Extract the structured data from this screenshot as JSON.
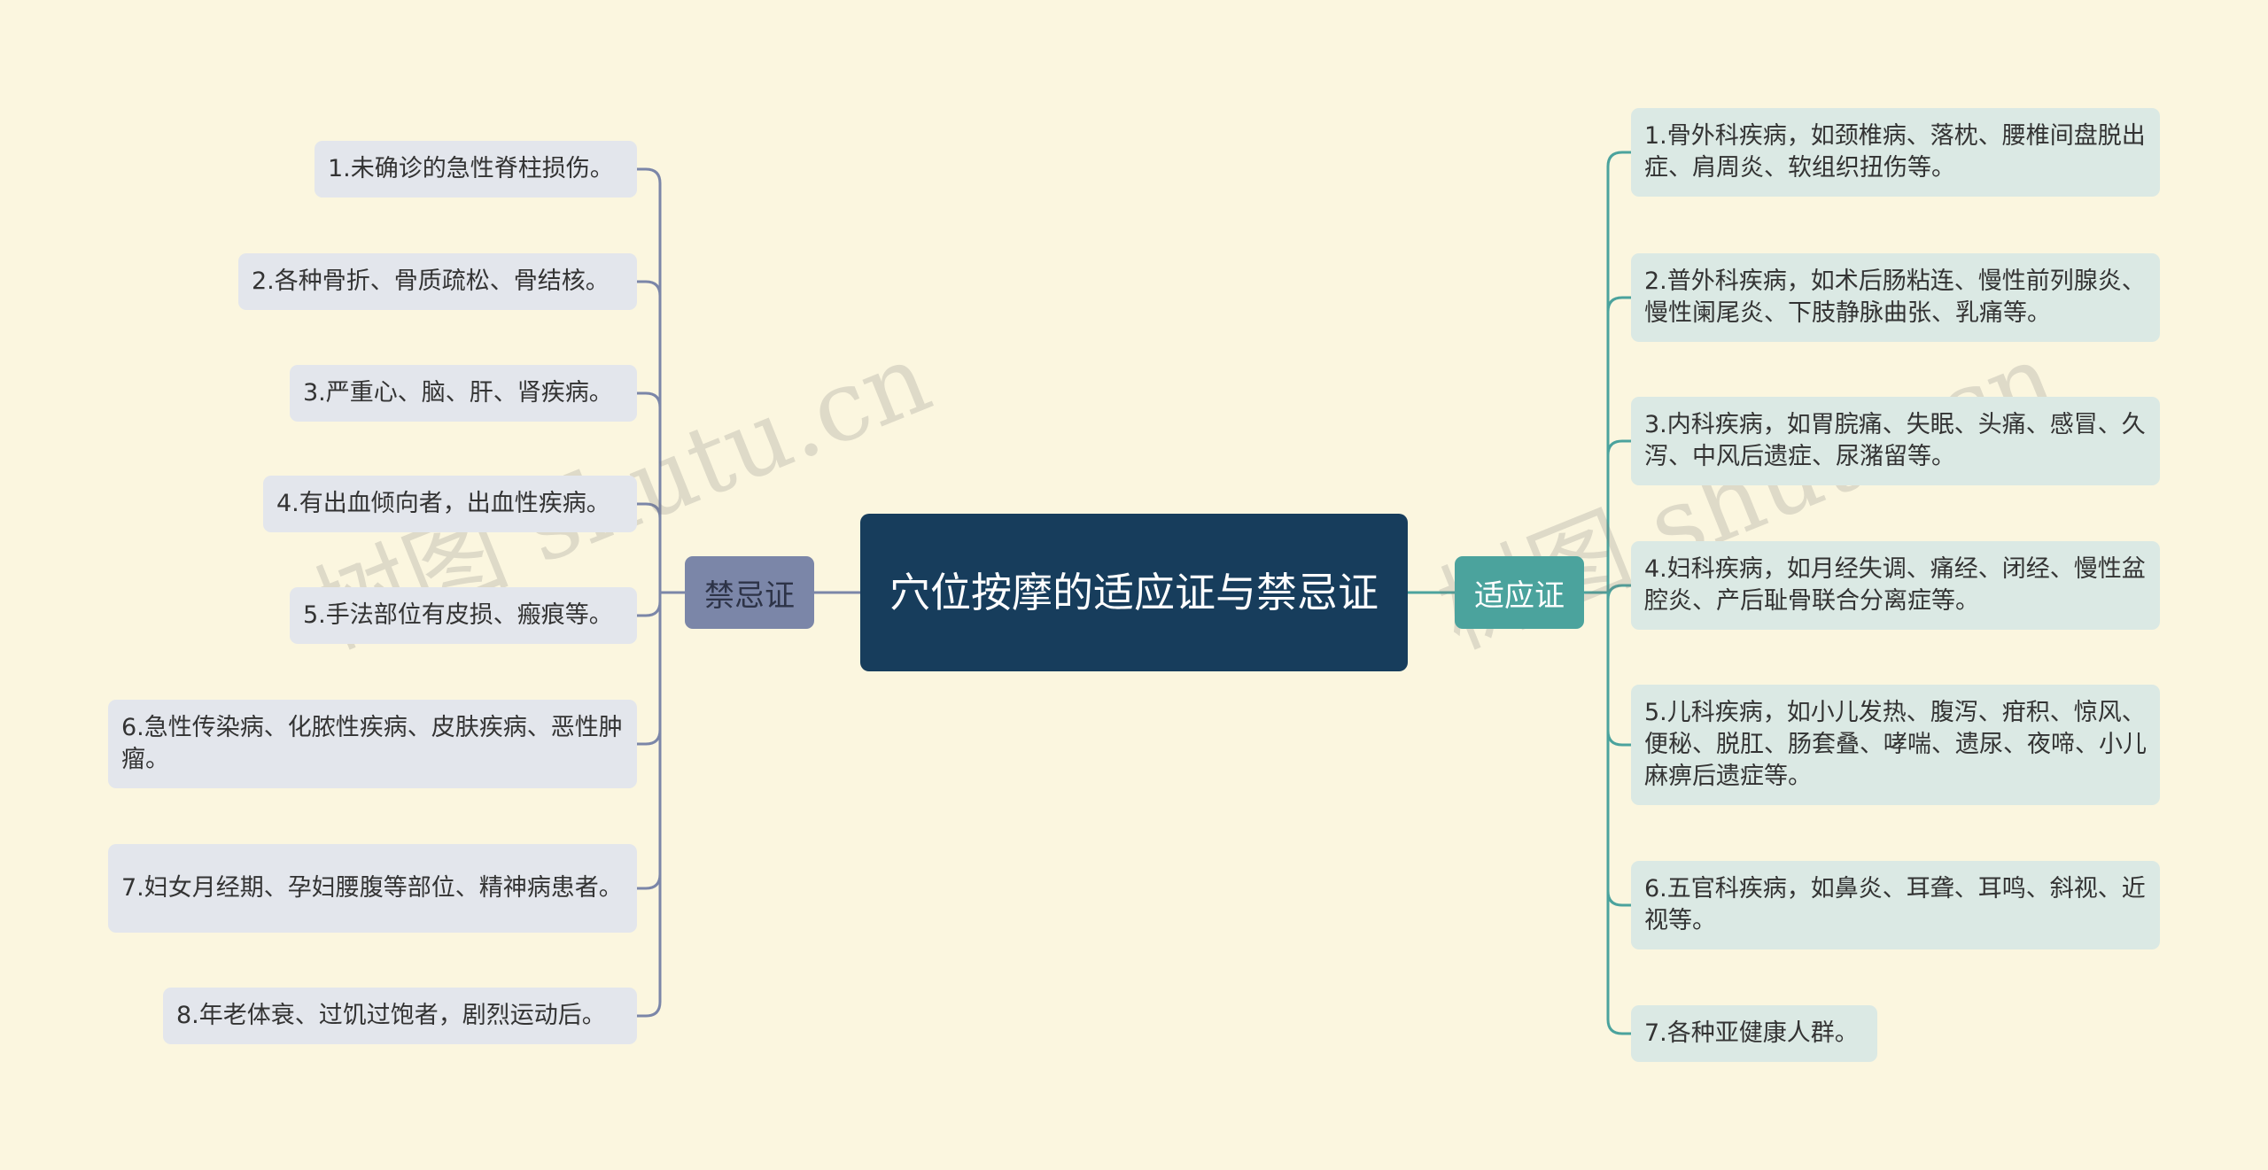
{
  "root": {
    "title": "穴位按摩的适应证与禁忌证"
  },
  "left_branch": {
    "label": "禁忌证",
    "color": "#7b86a8",
    "items": [
      "1.未确诊的急性脊柱损伤。",
      "2.各种骨折、骨质疏松、骨结核。",
      "3.严重心、脑、肝、肾疾病。",
      "4.有出血倾向者，出血性疾病。",
      "5.手法部位有皮损、瘢痕等。",
      "6.急性传染病、化脓性疾病、皮肤疾病、恶性肿瘤。",
      "7.妇女月经期、孕妇腰腹等部位、精神病患者。",
      "8.年老体衰、过饥过饱者，剧烈运动后。"
    ]
  },
  "right_branch": {
    "label": "适应证",
    "color": "#4ba39d",
    "items": [
      "1.骨外科疾病，如颈椎病、落枕、腰椎间盘脱出症、肩周炎、软组织扭伤等。",
      "2.普外科疾病，如术后肠粘连、慢性前列腺炎、慢性阑尾炎、下肢静脉曲张、乳痛等。",
      "3.内科疾病，如胃脘痛、失眠、头痛、感冒、久泻、中风后遗症、尿潴留等。",
      "4.妇科疾病，如月经失调、痛经、闭经、慢性盆腔炎、产后耻骨联合分离症等。",
      "5.儿科疾病，如小儿发热、腹泻、疳积、惊风、便秘、脱肛、肠套叠、哮喘、遗尿、夜啼、小儿麻痹后遗症等。",
      "6.五官科疾病，如鼻炎、耳聋、耳鸣、斜视、近视等。",
      "7.各种亚健康人群。"
    ]
  },
  "watermark": "树图 shutu.cn"
}
